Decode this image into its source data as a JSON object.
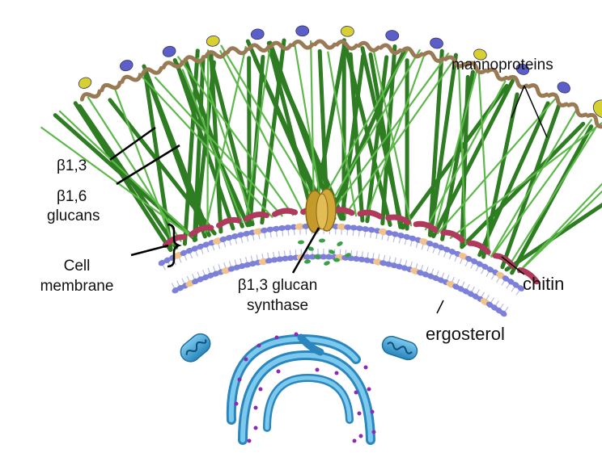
{
  "labels": {
    "mannoproteins": "mannoproteins",
    "beta13_line1": "β1,3",
    "beta16_line1": "β1,6",
    "glucans": "glucans",
    "cell": "Cell",
    "membrane": "membrane",
    "synthase_line1": "β1,3 glucan",
    "synthase_line2": "synthase",
    "chitin": "chitin",
    "ergosterol": "ergosterol"
  },
  "colors": {
    "glucan_dark": "#2e7d22",
    "glucan_light": "#5db84a",
    "mannan_tan": "#9a7a55",
    "mannoprotein_purple": "#5b5fc7",
    "mannoprotein_yellow": "#d8d030",
    "chitin": "#b03a5b",
    "phospholipid_head": "#7c80d8",
    "ergosterol": "#f0c38e",
    "synthase": "#c49a2a",
    "glucan_particles": "#3aa048",
    "organelle_blue": "#3ea5d8",
    "er_dots": "#8b2bb0"
  }
}
